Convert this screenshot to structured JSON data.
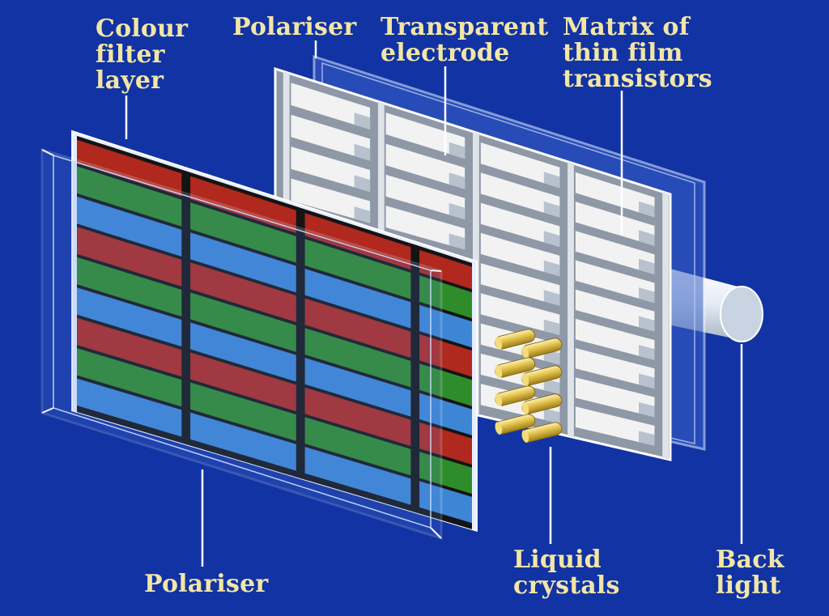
{
  "labels": {
    "colour_filter": [
      "Colour",
      "filter",
      "layer"
    ],
    "polariser_top": [
      "Polariser"
    ],
    "transparent_electrode": [
      "Transparent",
      "electrode"
    ],
    "tft_matrix": [
      "Matrix of",
      "thin film",
      "transistors"
    ],
    "polariser_bottom": [
      "Polariser"
    ],
    "liquid_crystals": [
      "Liquid",
      "crystals"
    ],
    "back_light": [
      "Back",
      "light"
    ]
  },
  "filter_rows": [
    "red",
    "green",
    "blue",
    "red",
    "green",
    "blue",
    "red",
    "green",
    "blue"
  ],
  "colors": {
    "background": "#1233a3",
    "label": "#f2e6a6",
    "red": "#b0281e",
    "green": "#2f8c2a",
    "blue": "#3d86d6",
    "grid_lines": "#141414",
    "glass_edge": "#e8f0ff",
    "tft_frame": "#8e98a6",
    "tft_cell": "#f2f2f2",
    "crystal": "#d8b53a",
    "backlight": "#dfe8f2"
  }
}
